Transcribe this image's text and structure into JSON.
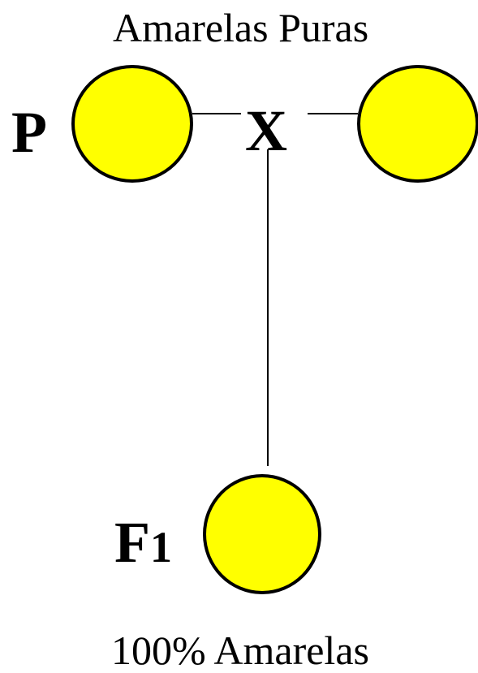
{
  "diagram": {
    "top_caption": "Amarelas Puras",
    "bottom_caption": "100% Amarelas",
    "parent_generation": "P",
    "cross_symbol": "X",
    "filial_generation": {
      "letter": "F",
      "index": "1"
    },
    "colors": {
      "pea_fill": "#ffff00",
      "outline": "#000000",
      "background": "#ffffff"
    },
    "peas": [
      {
        "role": "parent-left",
        "color": "yellow"
      },
      {
        "role": "parent-right",
        "color": "yellow"
      },
      {
        "role": "offspring",
        "color": "yellow"
      }
    ]
  }
}
